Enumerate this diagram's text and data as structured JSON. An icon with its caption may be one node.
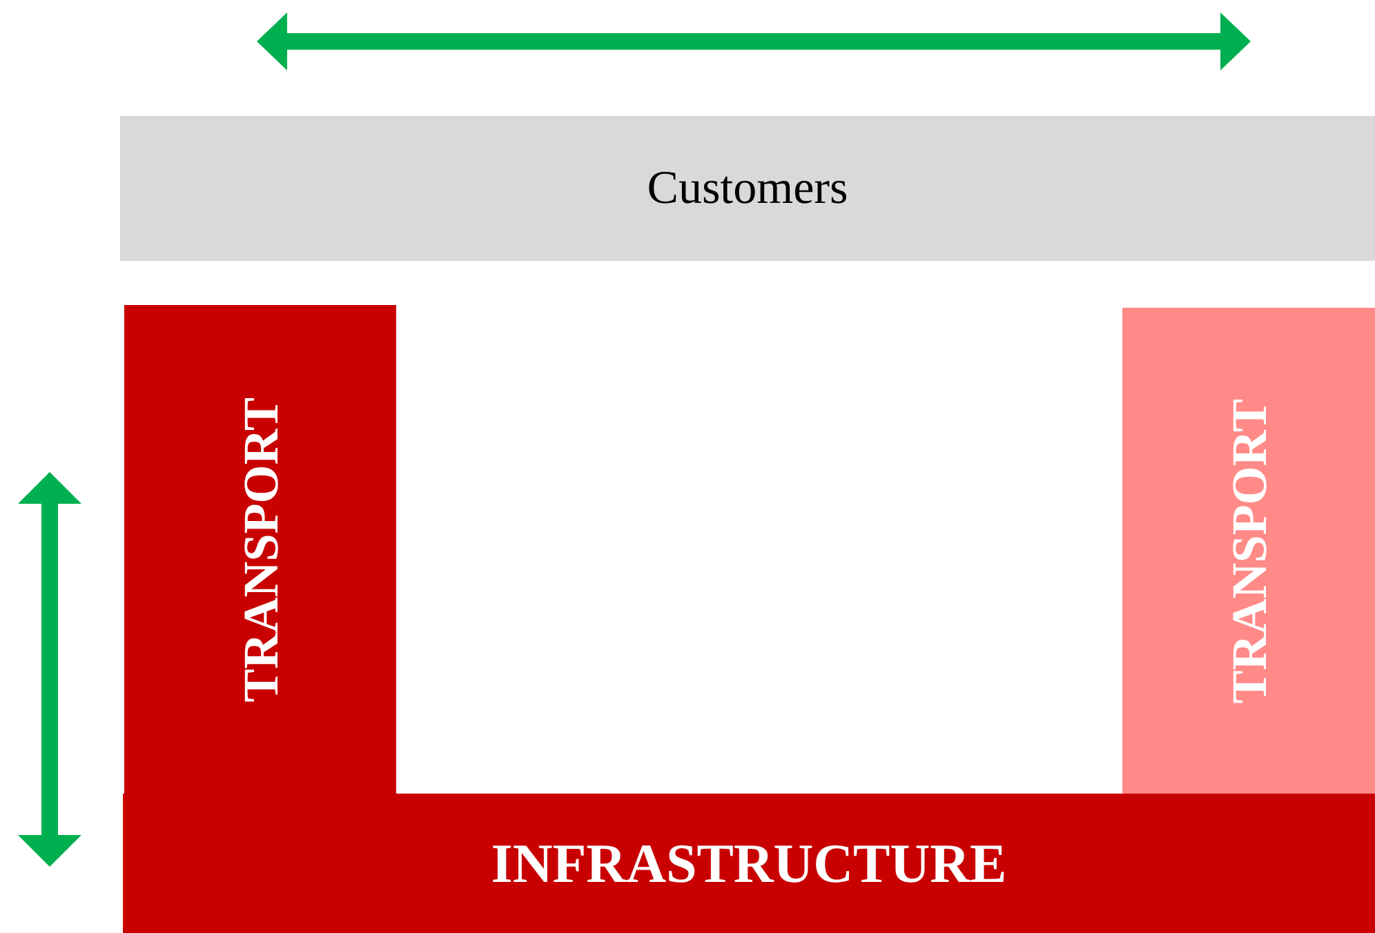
{
  "diagram": {
    "nodes": [
      {
        "text": [
          "Customers"
        ]
      },
      {
        "text": [
          "TRANSPORT"
        ]
      },
      {
        "text": [
          "TRANSPORT"
        ]
      },
      {
        "text": [
          "INFRASTRUCTURE"
        ]
      }
    ]
  }
}
